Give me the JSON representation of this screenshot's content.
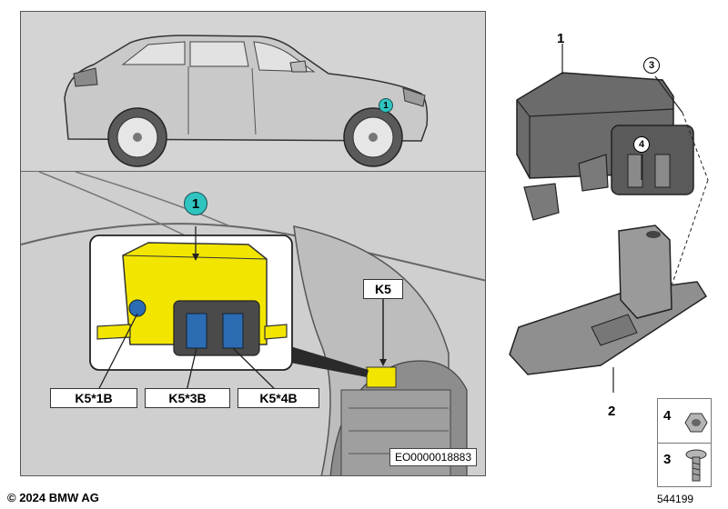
{
  "callouts": {
    "overview_marker": "1",
    "detail_marker": "1"
  },
  "connector_labels": {
    "component": "K5",
    "pin_1b": "K5*1B",
    "pin_3b": "K5*3B",
    "pin_4b": "K5*4B"
  },
  "reference_code": "EO0000018883",
  "part_numbers": {
    "relay": "1",
    "bracket": "2",
    "screw_callout": "3",
    "nut_callout": "4"
  },
  "legend": {
    "nut": "4",
    "screw": "3"
  },
  "footer": {
    "copyright": "© 2024 BMW AG",
    "diagram_id": "544199"
  },
  "colors": {
    "callout_fill": "#2fc4c0",
    "highlight_part": "#f2e600",
    "connector_blue": "#2b6cb3"
  }
}
